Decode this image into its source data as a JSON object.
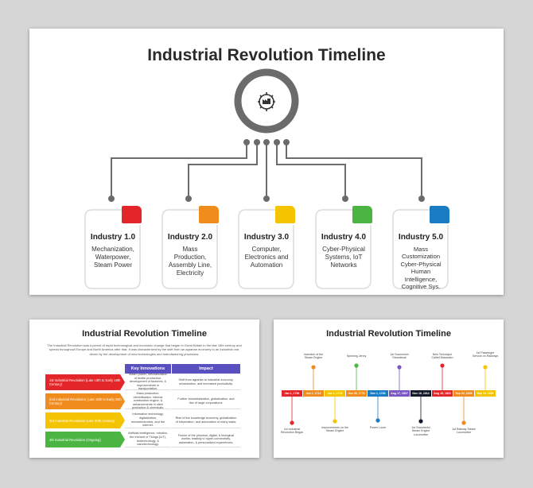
{
  "main": {
    "title": "Industrial Revolution Timeline",
    "hub_icon": "industry-gear-icon",
    "cards": [
      {
        "title": "Industry 1.0",
        "desc": "Mechanization, Waterpower, Steam Power",
        "color": "#e3262a"
      },
      {
        "title": "Industry 2.0",
        "desc": "Mass Production, Assembly Line, Electricity",
        "color": "#f08b1d"
      },
      {
        "title": "Industry 3.0",
        "desc": "Computer, Electronics and Automation",
        "color": "#f5c400"
      },
      {
        "title": "Industry 4.0",
        "desc": "Cyber-Physical Systems, IoT Networks",
        "color": "#4bb543"
      },
      {
        "title": "Industry 5.0",
        "desc": "Mass Customization Cyber-Physical Human Intelligence, Cognitive Sys.",
        "color": "#1a7dc4"
      }
    ]
  },
  "table_slide": {
    "title": "Industrial Revolution Timeline",
    "intro": "The Industrial Revolution was a period of rapid technological and economic change that began in Great Britain in the late 18th century and spread throughout Europe and North America after that. It was characterized by the shift from an agrarian economy to an industrial one, driven by the development of new technologies and manufacturing processes.",
    "headers": [
      "Key Innovations",
      "Impact"
    ],
    "rows": [
      {
        "label": "1st Industrial Revolution (Late 18th to Early 19th Century)",
        "color": "#e3262a",
        "innovations": "Steam power, mechanization of textile production, development of factories, & improvements in transportation.",
        "impact": "Shift from agrarian to industrial economy, urbanization, and increased productivity."
      },
      {
        "label": "2nd Industrial Revolution (Late 19th to Early 20th Century)",
        "color": "#f08b1d",
        "innovations": "Mass production, electrification, internal combustion engine, & advancements in steel production & chemicals.",
        "impact": "Further industrialization, globalization, and rise of large corporations."
      },
      {
        "label": "3rd Industrial Revolution (Late 20th Century)",
        "color": "#f5c400",
        "innovations": "Information technology, digitalization, microelectronics, and the internet.",
        "impact": "Rise of the knowledge economy, globalization of information, and automation of many tasks."
      },
      {
        "label": "4th Industrial Revolution (Ongoing)",
        "color": "#4bb543",
        "innovations": "Artificial intelligence, robotics, the Internet of Things (IoT), biotechnology, & nanotechnology.",
        "impact": "Fusion of the physical, digital, & biological worlds, leading to hyper-connectivity, automation, & personalized experiences."
      }
    ]
  },
  "timeline_slide": {
    "title": "Industrial Revolution Timeline",
    "dates": [
      {
        "date": "Jan 1, 1700",
        "color": "#e3262a"
      },
      {
        "date": "Jun 1, 1712",
        "color": "#f08b1d"
      },
      {
        "date": "Jun 1, 1776",
        "color": "#f5c400"
      },
      {
        "date": "Jun 30, 1776",
        "color": "#f08b1d"
      },
      {
        "date": "Dec 1, 1783",
        "color": "#1a7dc4"
      },
      {
        "date": "Aug 17, 1807",
        "color": "#7b57c4"
      },
      {
        "date": "Nov 16, 1814",
        "color": "#111827"
      },
      {
        "date": "Aug 15, 1820",
        "color": "#e3262a"
      },
      {
        "date": "Sep 22, 1825",
        "color": "#f08b1d"
      },
      {
        "date": "Sep 15, 1830",
        "color": "#f5c400"
      }
    ],
    "top_events": [
      {
        "label": "Invention of the Steam Engine",
        "color": "#f08b1d"
      },
      {
        "label": "Spinning Jenny",
        "color": "#4bb543"
      },
      {
        "label": "1st Successful Steamboat",
        "color": "#7b57c4"
      },
      {
        "label": "New Technique Called Macadam",
        "color": "#e3262a"
      },
      {
        "label": "1st Passenger Service on Railways",
        "color": "#f5c400"
      }
    ],
    "bottom_events": [
      {
        "label": "1st Industrial Revolution Began",
        "color": "#e3262a"
      },
      {
        "label": "Improvements on the Steam Engine",
        "color": "#f5c400"
      },
      {
        "label": "Power Loom",
        "color": "#1a7dc4"
      },
      {
        "label": "1st Successful Steam Engine Locomotive",
        "color": "#111827"
      },
      {
        "label": "1st Railway Steam Locomotive",
        "color": "#f08b1d"
      }
    ]
  }
}
